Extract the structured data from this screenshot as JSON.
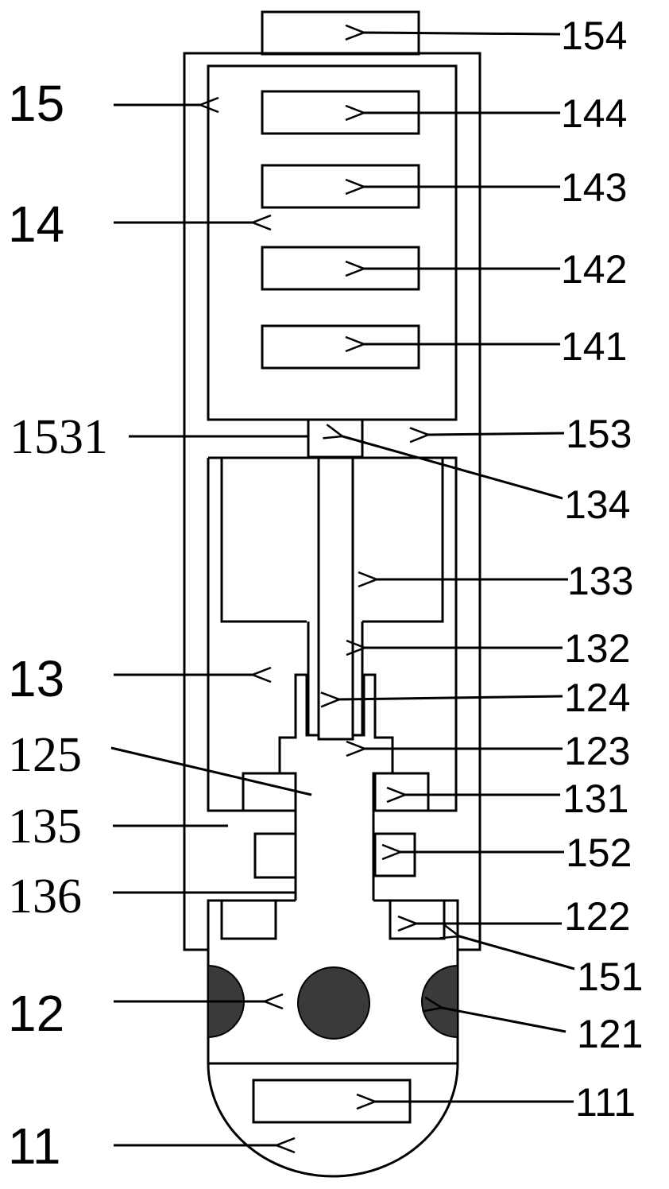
{
  "labels": {
    "l154": "154",
    "l15": "15",
    "l144": "144",
    "l143": "143",
    "l14": "14",
    "l142": "142",
    "l141": "141",
    "l1531": "1531",
    "l153": "153",
    "l134": "134",
    "l133": "133",
    "l132": "132",
    "l13": "13",
    "l124": "124",
    "l125": "125",
    "l123": "123",
    "l131": "131",
    "l135": "135",
    "l152": "152",
    "l136": "136",
    "l122": "122",
    "l151": "151",
    "l12": "12",
    "l121": "121",
    "l111": "111",
    "l11": "11"
  }
}
